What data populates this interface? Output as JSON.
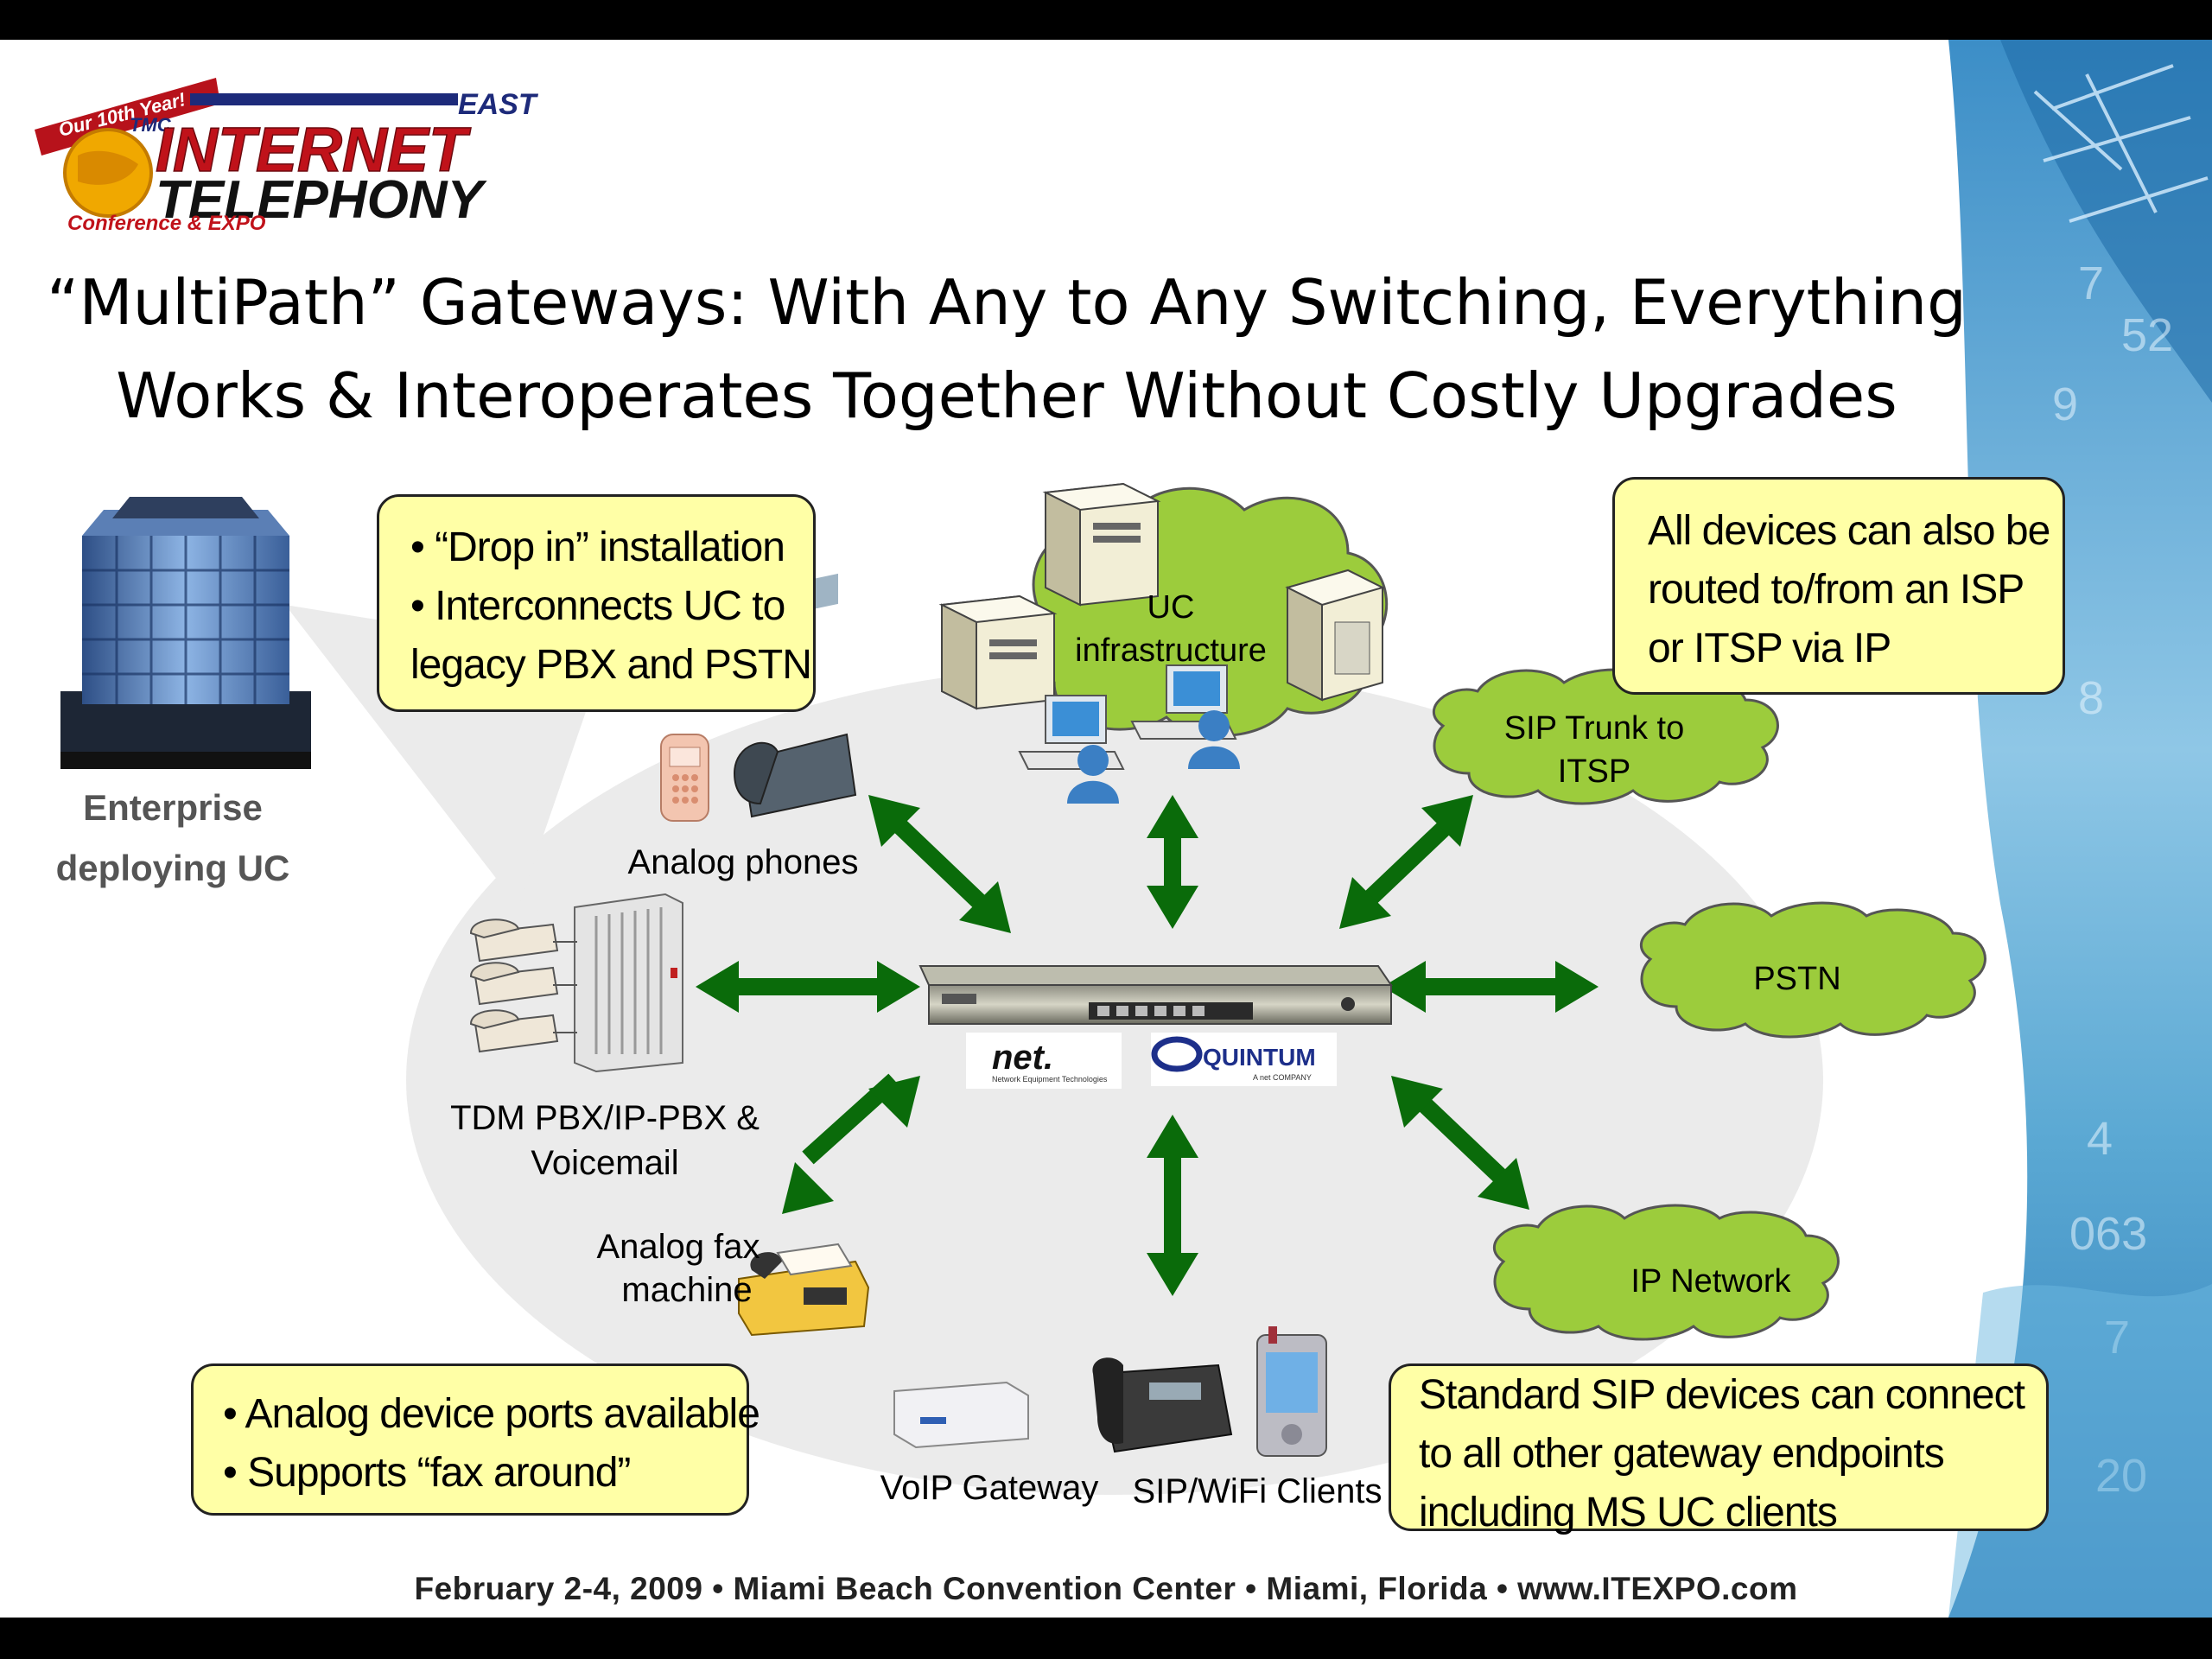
{
  "logo": {
    "banner": "Our 10th Year!",
    "tmc": "TMC",
    "east": "EAST",
    "line1": "INTERNET",
    "line2": "TELEPHONY",
    "sub": "Conference & EXPO"
  },
  "title": {
    "line1": "“MultiPath” Gateways: With Any to Any Switching, Everything",
    "line2": "Works & Interoperates Together Without Costly Upgrades"
  },
  "enterprise_label": [
    "Enterprise",
    "deploying  UC"
  ],
  "callouts": {
    "drop_in": [
      "• “Drop in” installation",
      "•  Interconnects UC to",
      "legacy PBX and PSTN"
    ],
    "isp": [
      "All devices can also be",
      "routed to/from an ISP",
      " or ITSP via IP"
    ],
    "analog": [
      "• Analog device ports available",
      "• Supports “fax around”"
    ],
    "sip": [
      "Standard SIP devices can connect",
      "to all other gateway endpoints",
      " including  MS UC clients"
    ]
  },
  "clouds": {
    "uc": [
      "UC",
      "infrastructure"
    ],
    "sip_trunk": [
      "SIP Trunk to",
      "ITSP"
    ],
    "pstn": "PSTN",
    "ip_network": "IP Network"
  },
  "device_labels": {
    "analog_phones": "Analog phones",
    "pbx": [
      "TDM PBX/IP-PBX &",
      "Voicemail"
    ],
    "fax": [
      "Analog fax",
      "machine"
    ],
    "voip_gateway": "VoIP Gateway",
    "sip_clients": "SIP/WiFi Clients"
  },
  "brands": {
    "net": "net.",
    "net_sub": "Network Equipment Technologies",
    "quintum": "QUINTUM",
    "quintum_sub": "A net COMPANY"
  },
  "footer": "February 2-4, 2009  •  Miami Beach Convention Center  •  Miami, Florida  •  www.ITEXPO.com",
  "colors": {
    "arrow": "#0a6b0a",
    "cloud": "#9ccc3c",
    "callout": "#ffffa6",
    "title_accent": "#c0121a"
  }
}
